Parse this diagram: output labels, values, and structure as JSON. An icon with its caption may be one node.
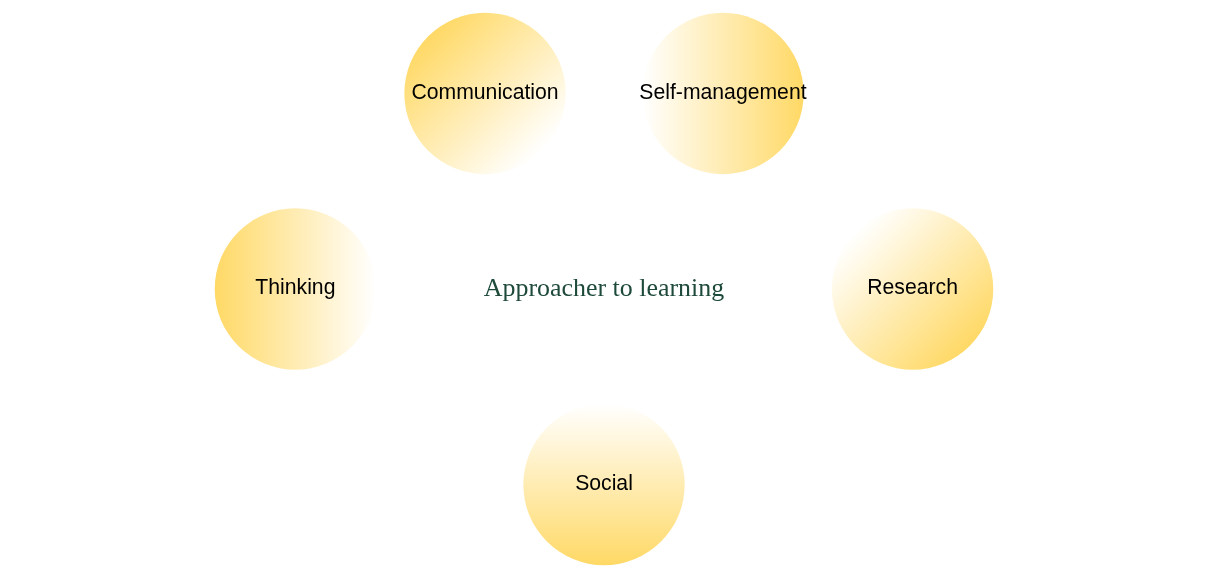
{
  "diagram": {
    "nodes": [
      {
        "text": [
          "Communication"
        ]
      },
      {
        "text": [
          "Self-management"
        ]
      },
      {
        "text": [
          "Thinking"
        ]
      },
      {
        "text": [
          "Research"
        ]
      },
      {
        "text": [
          "Social"
        ]
      }
    ],
    "labels": [
      "Approacher to learning"
    ]
  }
}
